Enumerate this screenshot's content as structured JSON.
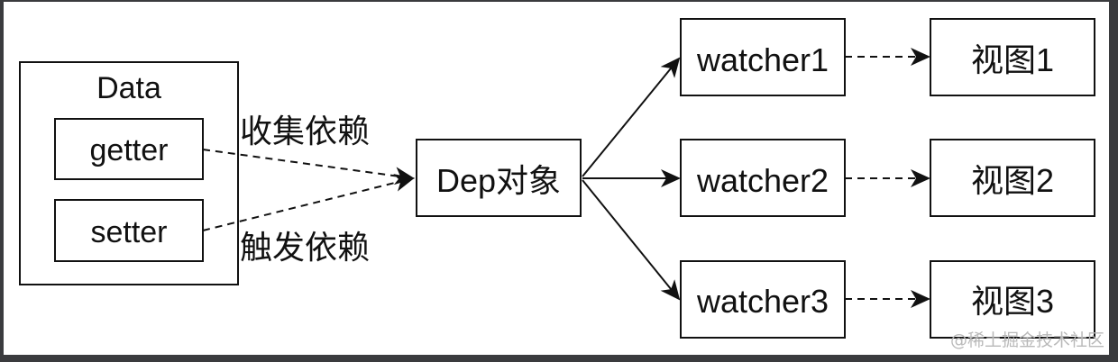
{
  "diagram": {
    "data_box": {
      "label": "Data",
      "getter": "getter",
      "setter": "setter"
    },
    "edge_labels": {
      "collect": "收集依赖",
      "trigger": "触发依赖"
    },
    "dep": {
      "label": "Dep对象"
    },
    "watchers": [
      {
        "label": "watcher1"
      },
      {
        "label": "watcher2"
      },
      {
        "label": "watcher3"
      }
    ],
    "views": [
      {
        "label": "视图1"
      },
      {
        "label": "视图2"
      },
      {
        "label": "视图3"
      }
    ],
    "watermark": "@稀土掘金技术社区",
    "colors": {
      "stroke": "#111111",
      "background": "#ffffff",
      "frame": "#3a3b3e",
      "watermark": "#b9b9b9"
    }
  }
}
